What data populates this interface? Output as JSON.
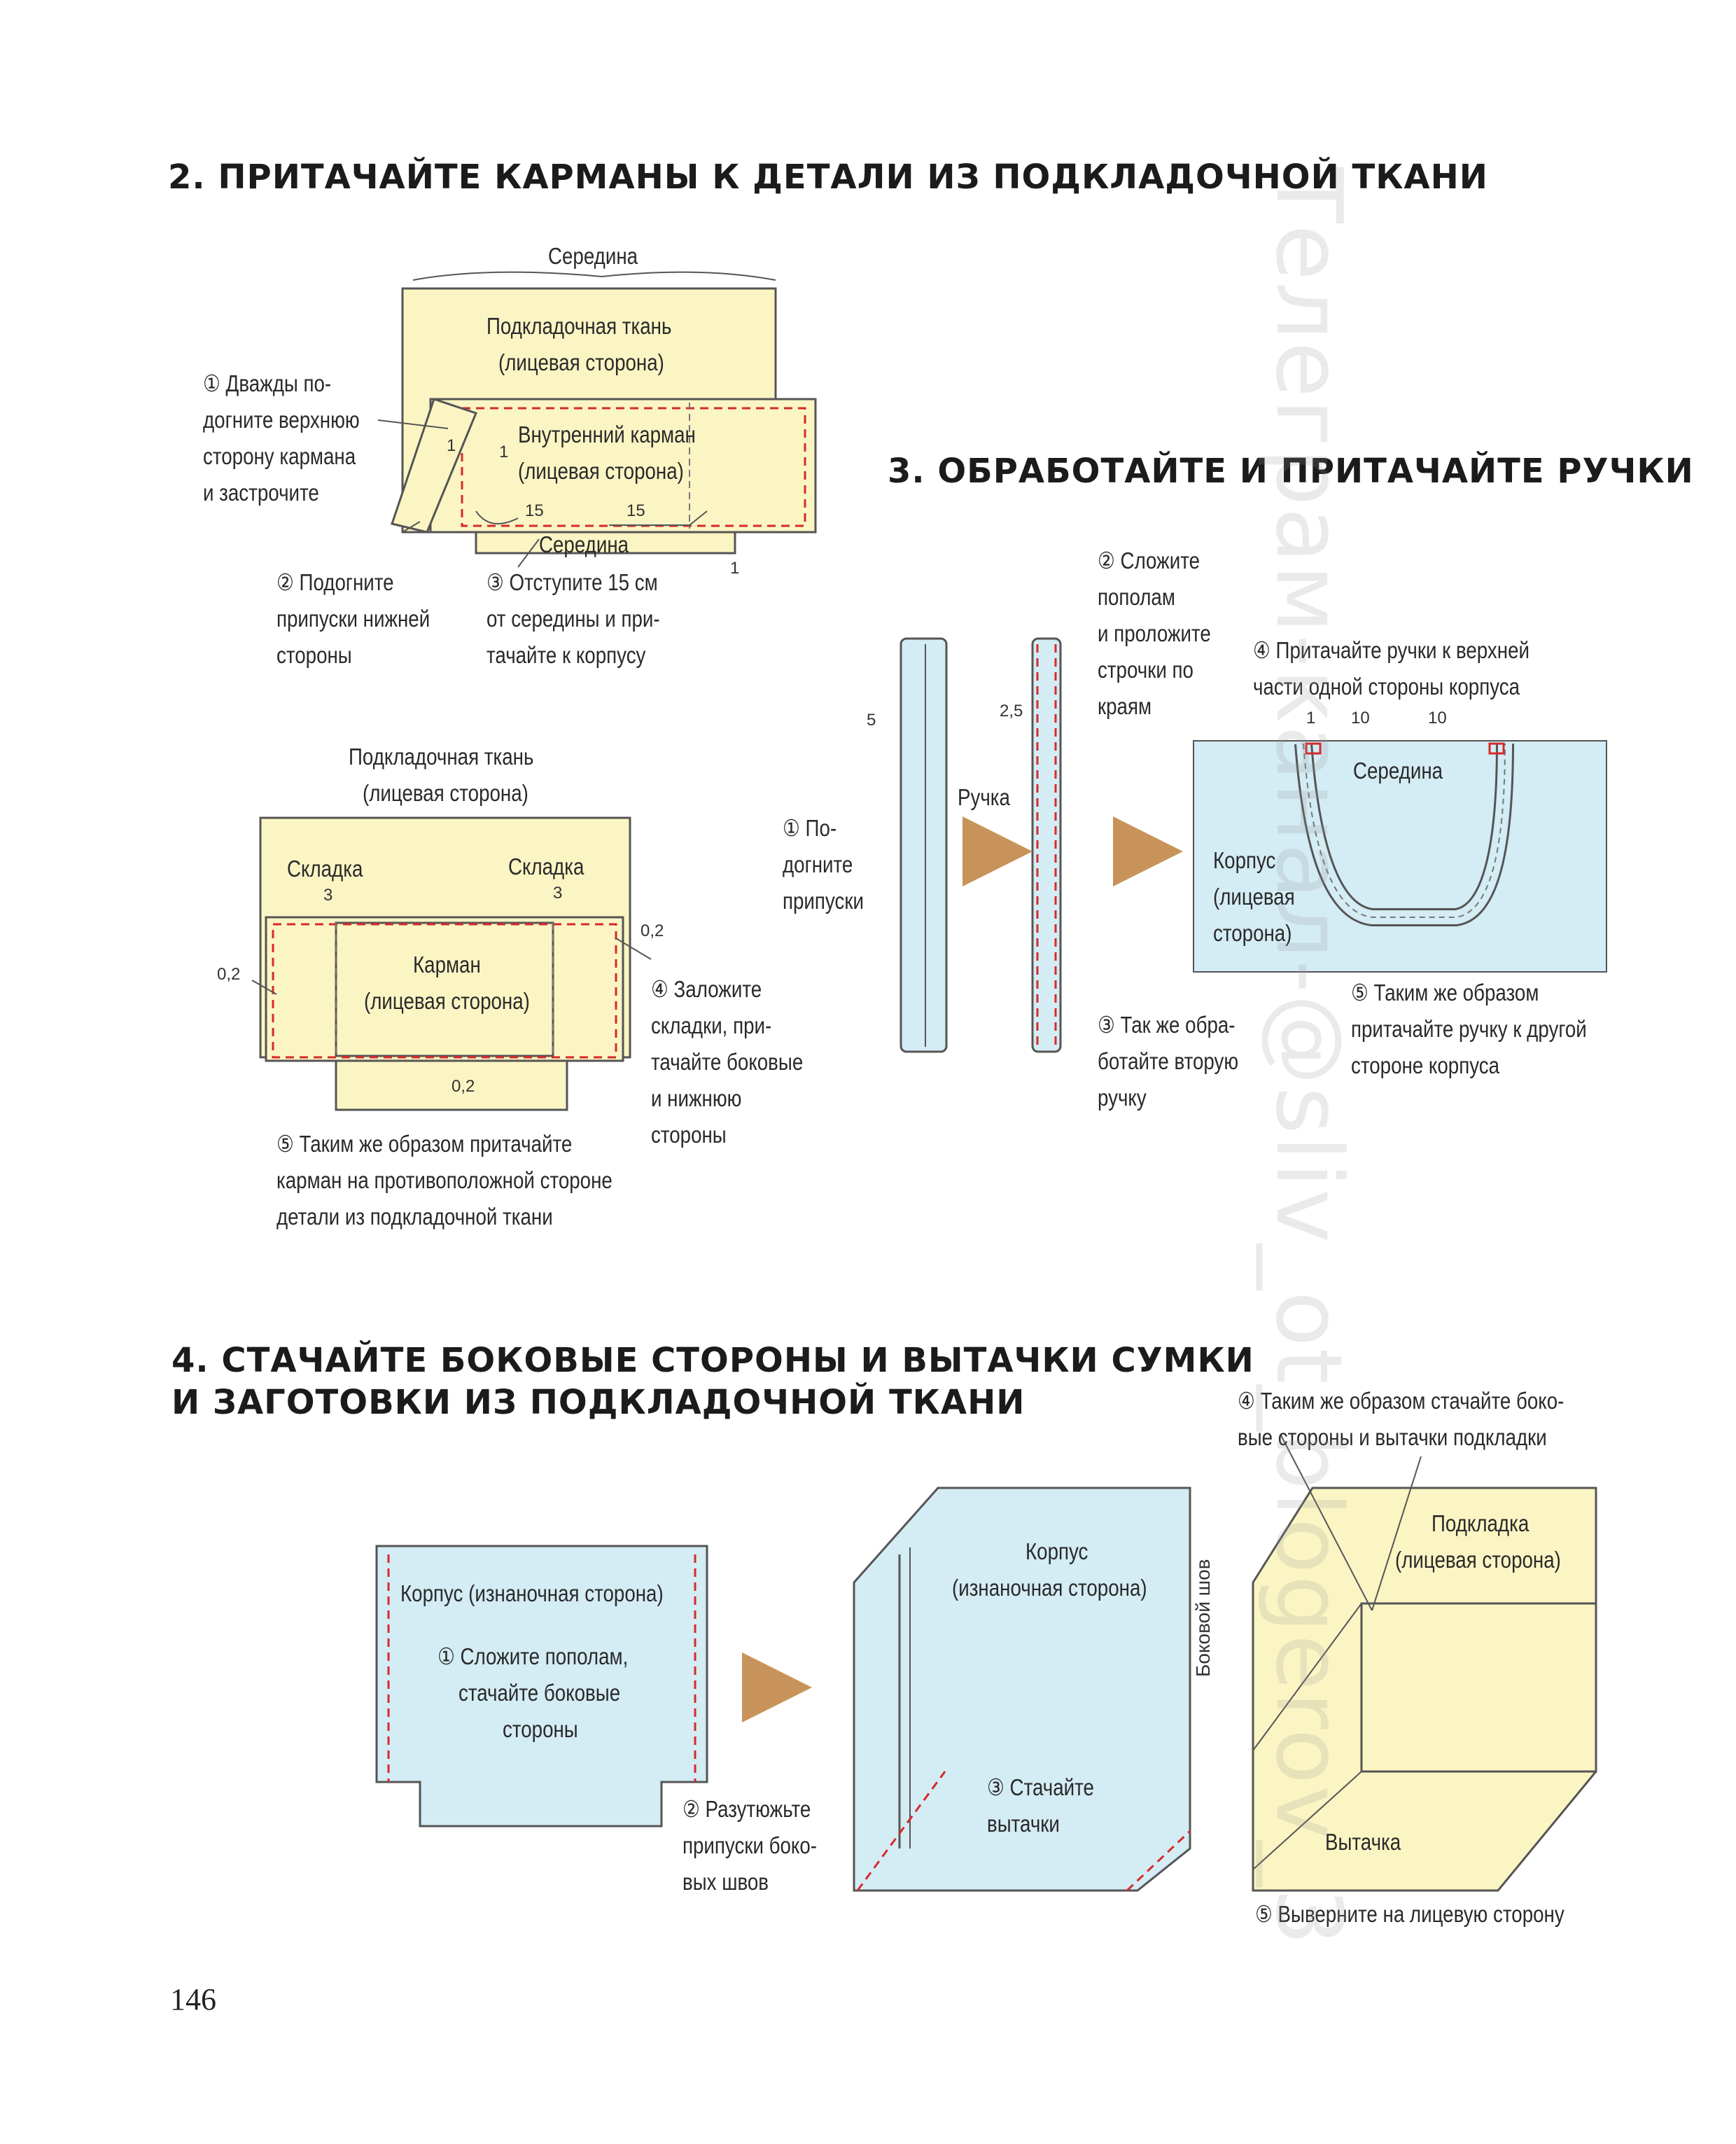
{
  "headings": {
    "s2": "2. ПРИТАЧАЙТЕ КАРМАНЫ К ДЕТАЛИ ИЗ ПОДКЛАДОЧНОЙ ТКАНИ",
    "s3": "3. ОБРАБОТАЙТЕ И ПРИТАЧАЙТЕ РУЧКИ",
    "s4_l1": "4. СТАЧАЙТЕ БОКОВЫЕ СТОРОНЫ И ВЫТАЧКИ СУМКИ",
    "s4_l2": "И ЗАГОТОВКИ ИЗ ПОДКЛАДОЧНОЙ ТКАНИ"
  },
  "fig1": {
    "middle_top": "Середина",
    "lining_l1": "Подкладочная ткань",
    "lining_l2": "(лицевая сторона)",
    "pocket_l1": "Внутренний карман",
    "pocket_l2": "(лицевая сторона)",
    "dim_15a": "15",
    "dim_15b": "15",
    "middle_bottom": "Середина",
    "num_1a": "1",
    "num_1b": "1",
    "num_1c": "1",
    "step1": [
      "① Дважды по-",
      "догните верхнюю",
      "сторону кармана",
      "и застрочите"
    ],
    "step2": [
      "② Подогните",
      "припуски нижней",
      "стороны"
    ],
    "step3": [
      "③ Отступите 15 см",
      "от середины и при-",
      "тачайте к корпусу"
    ]
  },
  "fig2": {
    "lining_l1": "Подкладочная ткань",
    "lining_l2": "(лицевая сторона)",
    "fold_left": "Складка",
    "fold_right": "Складка",
    "dim_3a": "3",
    "dim_3b": "3",
    "dim_02_right": "0,2",
    "dim_02_left": "0,2",
    "dim_02_bottom": "0,2",
    "pocket_l1": "Карман",
    "pocket_l2": "(лицевая сторона)",
    "step4": [
      "④ Заложите",
      "складки, при-",
      "тачайте боковые",
      "и нижнюю",
      "стороны"
    ],
    "step5": [
      "⑤ Таким же образом притачайте",
      "карман на противоположной стороне",
      "детали из подкладочной ткани"
    ]
  },
  "fig3": {
    "step2": [
      "② Сложите",
      "пополам",
      "и проложите",
      "строчки по",
      "краям"
    ],
    "dim_5": "5",
    "dim_25": "2,5",
    "handle": "Ручка",
    "step1": [
      "① По-",
      "догните",
      "припуски"
    ],
    "step3": [
      "③ Так же обра-",
      "ботайте вторую",
      "ручку"
    ],
    "step4": [
      "④ Притачайте ручки к верхней",
      "части одной стороны корпуса"
    ],
    "dim_1": "1",
    "dim_10a": "10",
    "dim_10b": "10",
    "middle": "Середина",
    "body_l1": "Корпус",
    "body_l2": "(лицевая",
    "body_l3": "сторона)",
    "step5": [
      "⑤ Таким же образом",
      "притачайте ручку к другой",
      "стороне корпуса"
    ]
  },
  "fig4": {
    "body_wrong": "Корпус (изнаночная сторона)",
    "step1": [
      "① Сложите пополам,",
      "стачайте боковые",
      "стороны"
    ],
    "body2_l1": "Корпус",
    "body2_l2": "(изнаночная сторона)",
    "step2": [
      "② Разутюжьте",
      "припуски боко-",
      "вых швов"
    ],
    "step3": [
      "③ Стачайте",
      "вытачки"
    ],
    "step4": [
      "④ Таким же образом стачайте боко-",
      "вые стороны и вытачки подкладки"
    ],
    "lining_l1": "Подкладка",
    "lining_l2": "(лицевая сторона)",
    "side_seam": "Боковой шов",
    "dart": "Вытачка",
    "step5": "⑤ Выверните на лицевую сторону"
  },
  "colors": {
    "yellow": "#fbf5c4",
    "blue": "#d4ecf4",
    "stitch_red": "#d62a2a",
    "arrow": "#c8935a"
  },
  "watermark": "Телеграм-канал-@sliv_ot_blogerov_3",
  "page_number": "146"
}
